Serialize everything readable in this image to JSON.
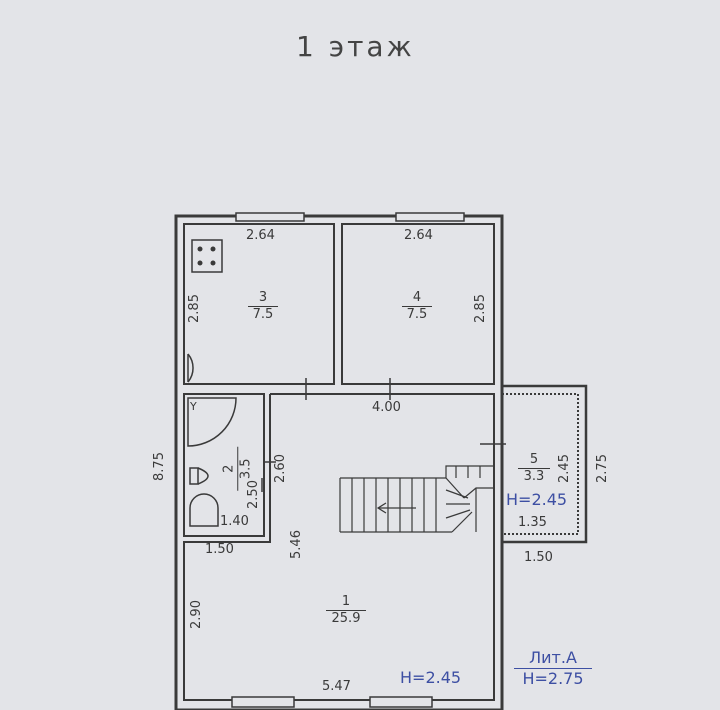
{
  "title": "1 этаж",
  "rooms": [
    {
      "id": "3",
      "number": "3",
      "area": "7.5"
    },
    {
      "id": "4",
      "number": "4",
      "area": "7.5"
    },
    {
      "id": "2",
      "number": "2",
      "area": "3.5"
    },
    {
      "id": "5",
      "number": "5",
      "area": "3.3"
    },
    {
      "id": "1",
      "number": "1",
      "area": "25.9"
    }
  ],
  "dims": {
    "room3_width": "2.64",
    "room4_width": "2.64",
    "room3_height": "2.85",
    "room4_height": "2.85",
    "hall_width": "4.00",
    "total_height": "8.75",
    "bath_inner": "2.60",
    "bath_width": "1.40",
    "bath_height": "2.50",
    "bath_bottom": "1.50",
    "stair_height": "5.46",
    "room1_height": "2.90",
    "room1_width": "5.47",
    "porch_height": "2.45",
    "porch_outer_height": "2.75",
    "porch_width": "1.35",
    "porch_outer_width": "1.50"
  },
  "heights": {
    "porch": "H=2.45",
    "main": "H=2.45"
  },
  "litera": {
    "name": "Лит.А",
    "height": "H=2.75"
  },
  "colors": {
    "background": "#e3e4e8",
    "walls": "#3a3a3a",
    "annotation_blue": "#3d4fa3"
  }
}
